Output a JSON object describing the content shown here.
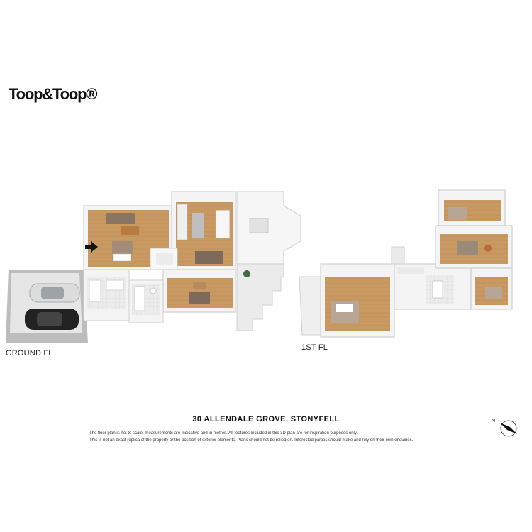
{
  "brand": {
    "logo_text": "Toop&Toop®"
  },
  "floors": [
    {
      "label": "GROUND FL"
    },
    {
      "label": "1ST FL"
    }
  ],
  "property": {
    "address": "30 ALLENDALE GROVE, STONYFELL"
  },
  "disclaimer": {
    "line1": "The floor plan is not to scale; measurements are indicative and in metres. All features included in this 3D plan are for inspiration purposes only.",
    "line2": "This is not an exact replica of the property or the position of exterior elements. Plans should not be relied on. Interested parties should make and rely on their own enquiries."
  },
  "compass": {
    "north_label": "N"
  },
  "colors": {
    "floor_wood": "#c89a62",
    "wall": "#f4f4f4",
    "wall_shadow": "#d9d9d9",
    "tile": "#e9e9e9",
    "furniture": "#8a7563",
    "car_dark": "#222222",
    "car_light": "#dedede"
  }
}
